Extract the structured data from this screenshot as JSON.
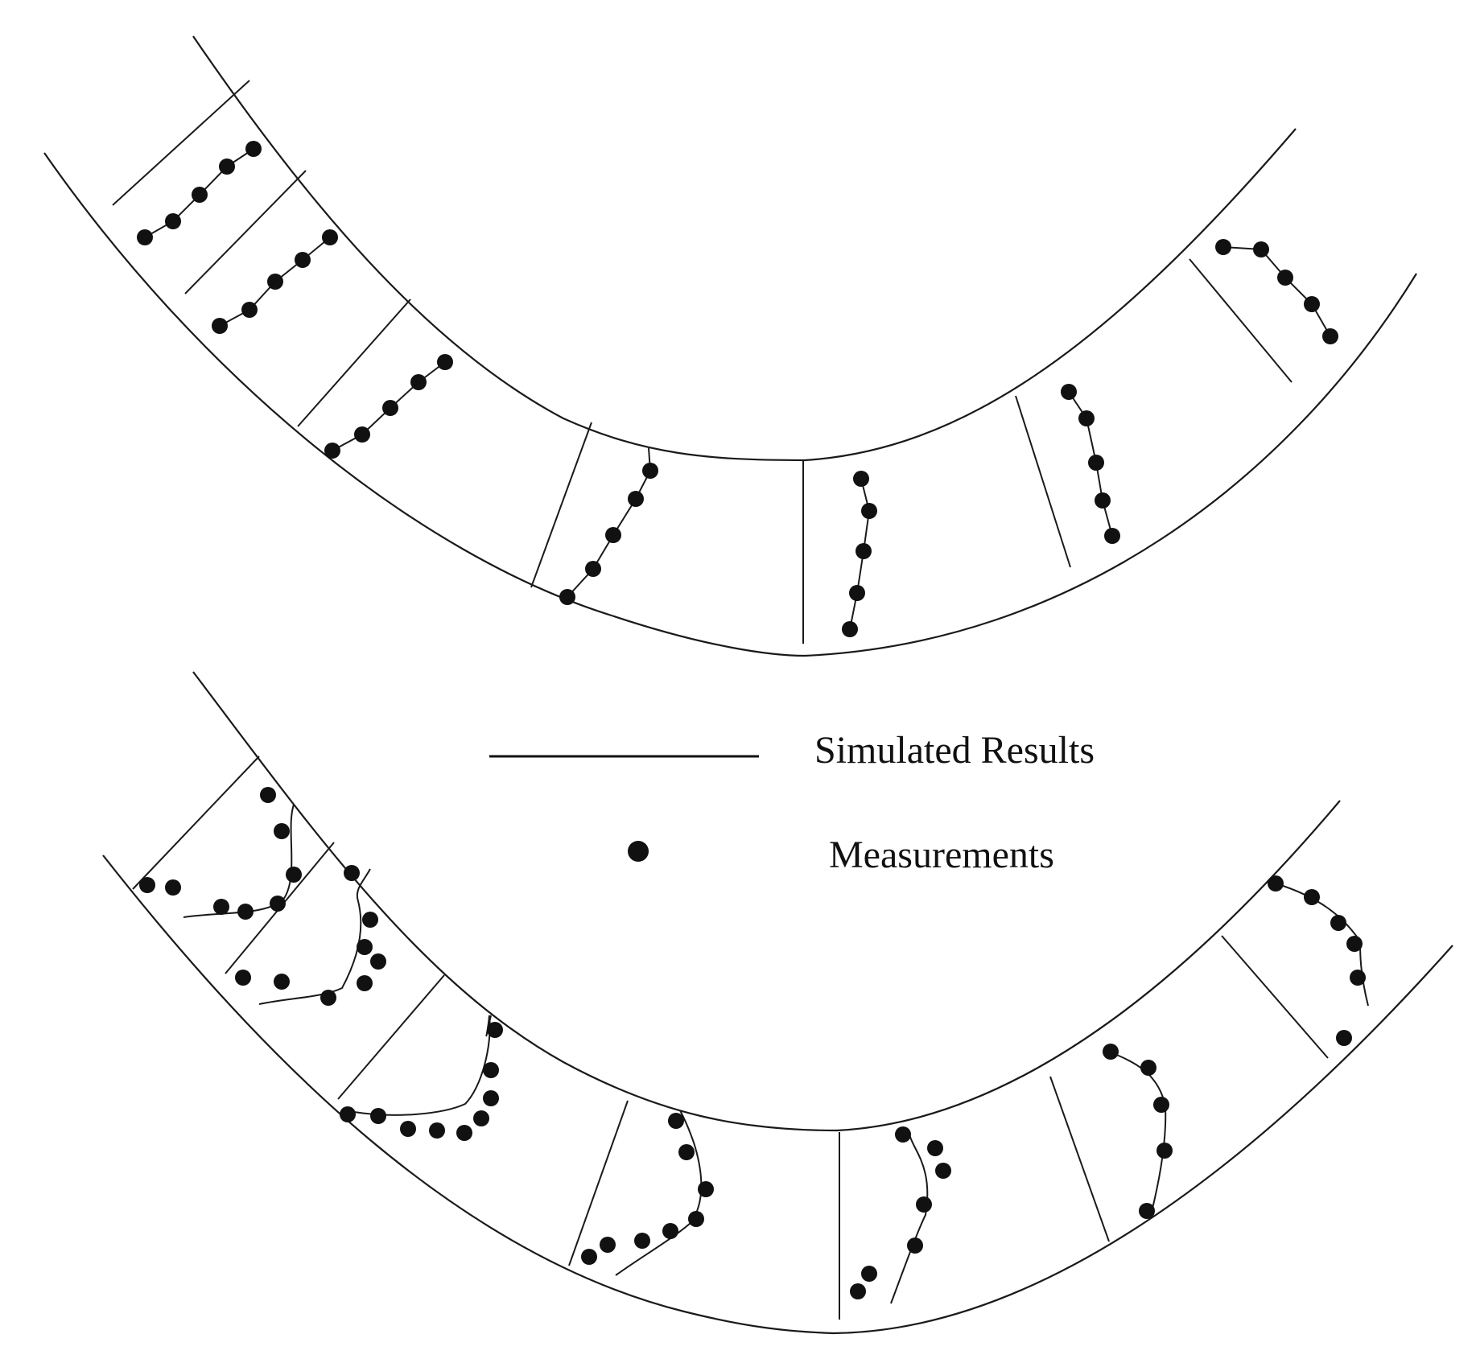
{
  "legend": {
    "simulated_label": "Simulated Results",
    "measured_label": "Measurements"
  },
  "colors": {
    "ink": "#111111",
    "background": "#ffffff"
  },
  "diagram": {
    "description_type": "velocity profiles in a curved channel bend, two cases",
    "panels": [
      "upper",
      "lower"
    ],
    "sections_per_panel": 7
  }
}
